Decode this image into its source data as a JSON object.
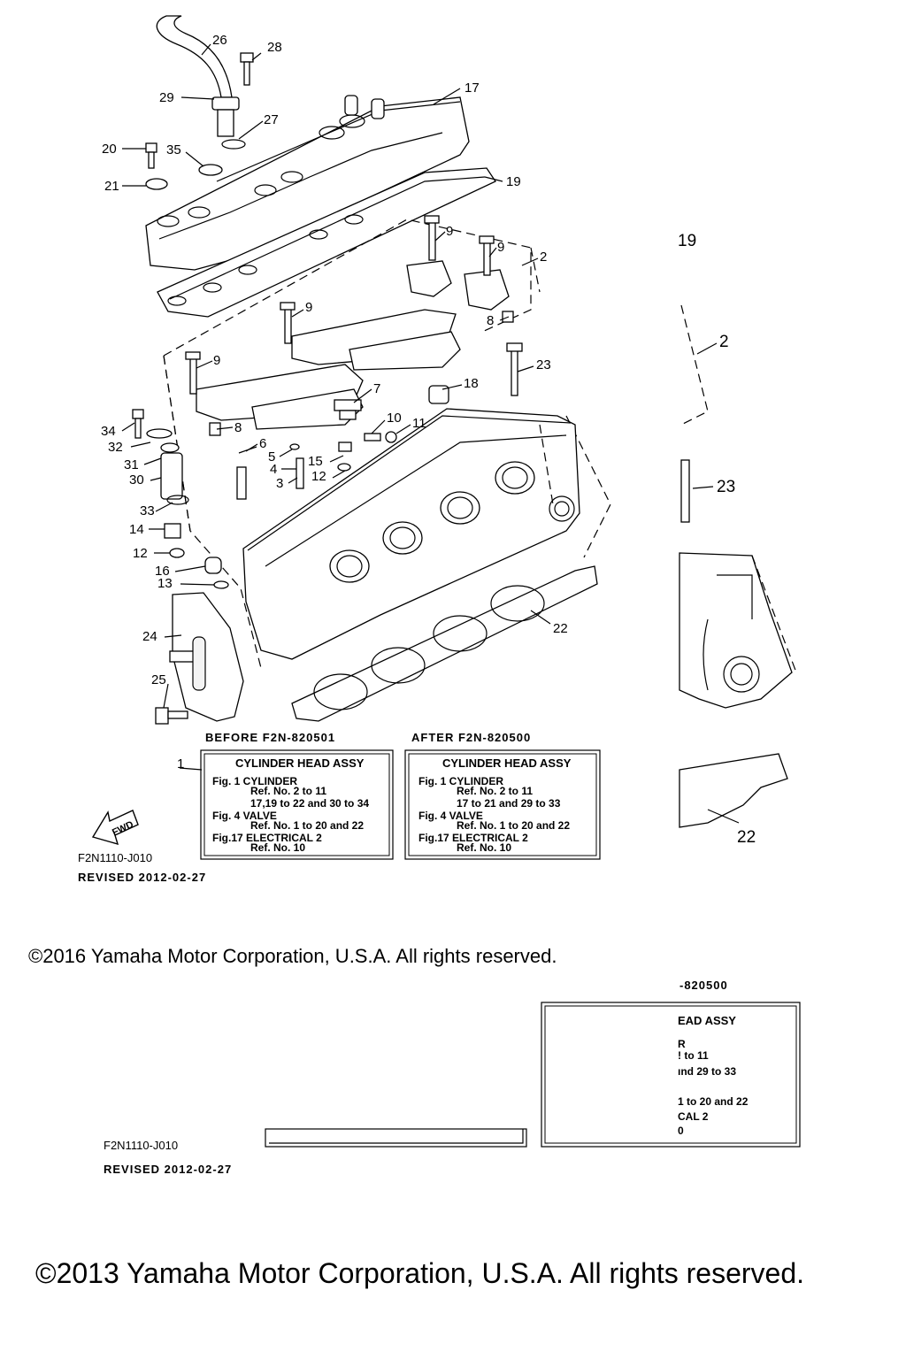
{
  "callouts": [
    "26",
    "28",
    "29",
    "27",
    "17",
    "20",
    "35",
    "21",
    "19",
    "9",
    "9",
    "2",
    "9",
    "8",
    "9",
    "7",
    "18",
    "23",
    "8",
    "34",
    "6",
    "10",
    "11",
    "32",
    "5",
    "15",
    "4",
    "31",
    "3",
    "12",
    "30",
    "33",
    "14",
    "12",
    "16",
    "13",
    "24",
    "25",
    "22",
    "19",
    "2",
    "23",
    "22"
  ],
  "boxes": {
    "left": {
      "heading": "BEFORE F2N-820501",
      "ref": "1",
      "title": "CYLINDER HEAD ASSY",
      "lines": [
        "Fig.  1 CYLINDER",
        "Ref. No. 2 to 11",
        "17,19 to 22 and 30 to 34",
        "Fig.  4 VALVE",
        "Ref. No. 1 to 20 and 22",
        "Fig.17 ELECTRICAL 2",
        "Ref. No. 10"
      ]
    },
    "right": {
      "heading": "AFTER F2N-820500",
      "title": "CYLINDER HEAD ASSY",
      "lines": [
        "Fig.  1 CYLINDER",
        "Ref. No. 2 to 11",
        "17 to 21 and 29 to 33",
        "Fig.  4 VALVE",
        "Ref. No. 1 to 20 and 22",
        "Fig.17 ELECTRICAL 2",
        "Ref. No. 10"
      ]
    }
  },
  "fwd_label": "FWD",
  "diagram_code": "F2N1110-J010",
  "revised": "REVISED 2012-02-27",
  "copyright_inner": "©2016 Yamaha Motor Corporation, U.S.A. All rights reserved.",
  "ghost": {
    "heading_fragment": "-820500",
    "title_fragment": "EAD ASSY",
    "lines": [
      "R",
      "! to 11",
      "ınd 29 to 33",
      "1 to 20 and 22",
      "CAL 2",
      "0"
    ],
    "diagram_code": "F2N1110-J010",
    "revised": "REVISED 2012-02-27"
  },
  "copyright_outer": "©2013 Yamaha Motor Corporation, U.S.A. All rights reserved."
}
